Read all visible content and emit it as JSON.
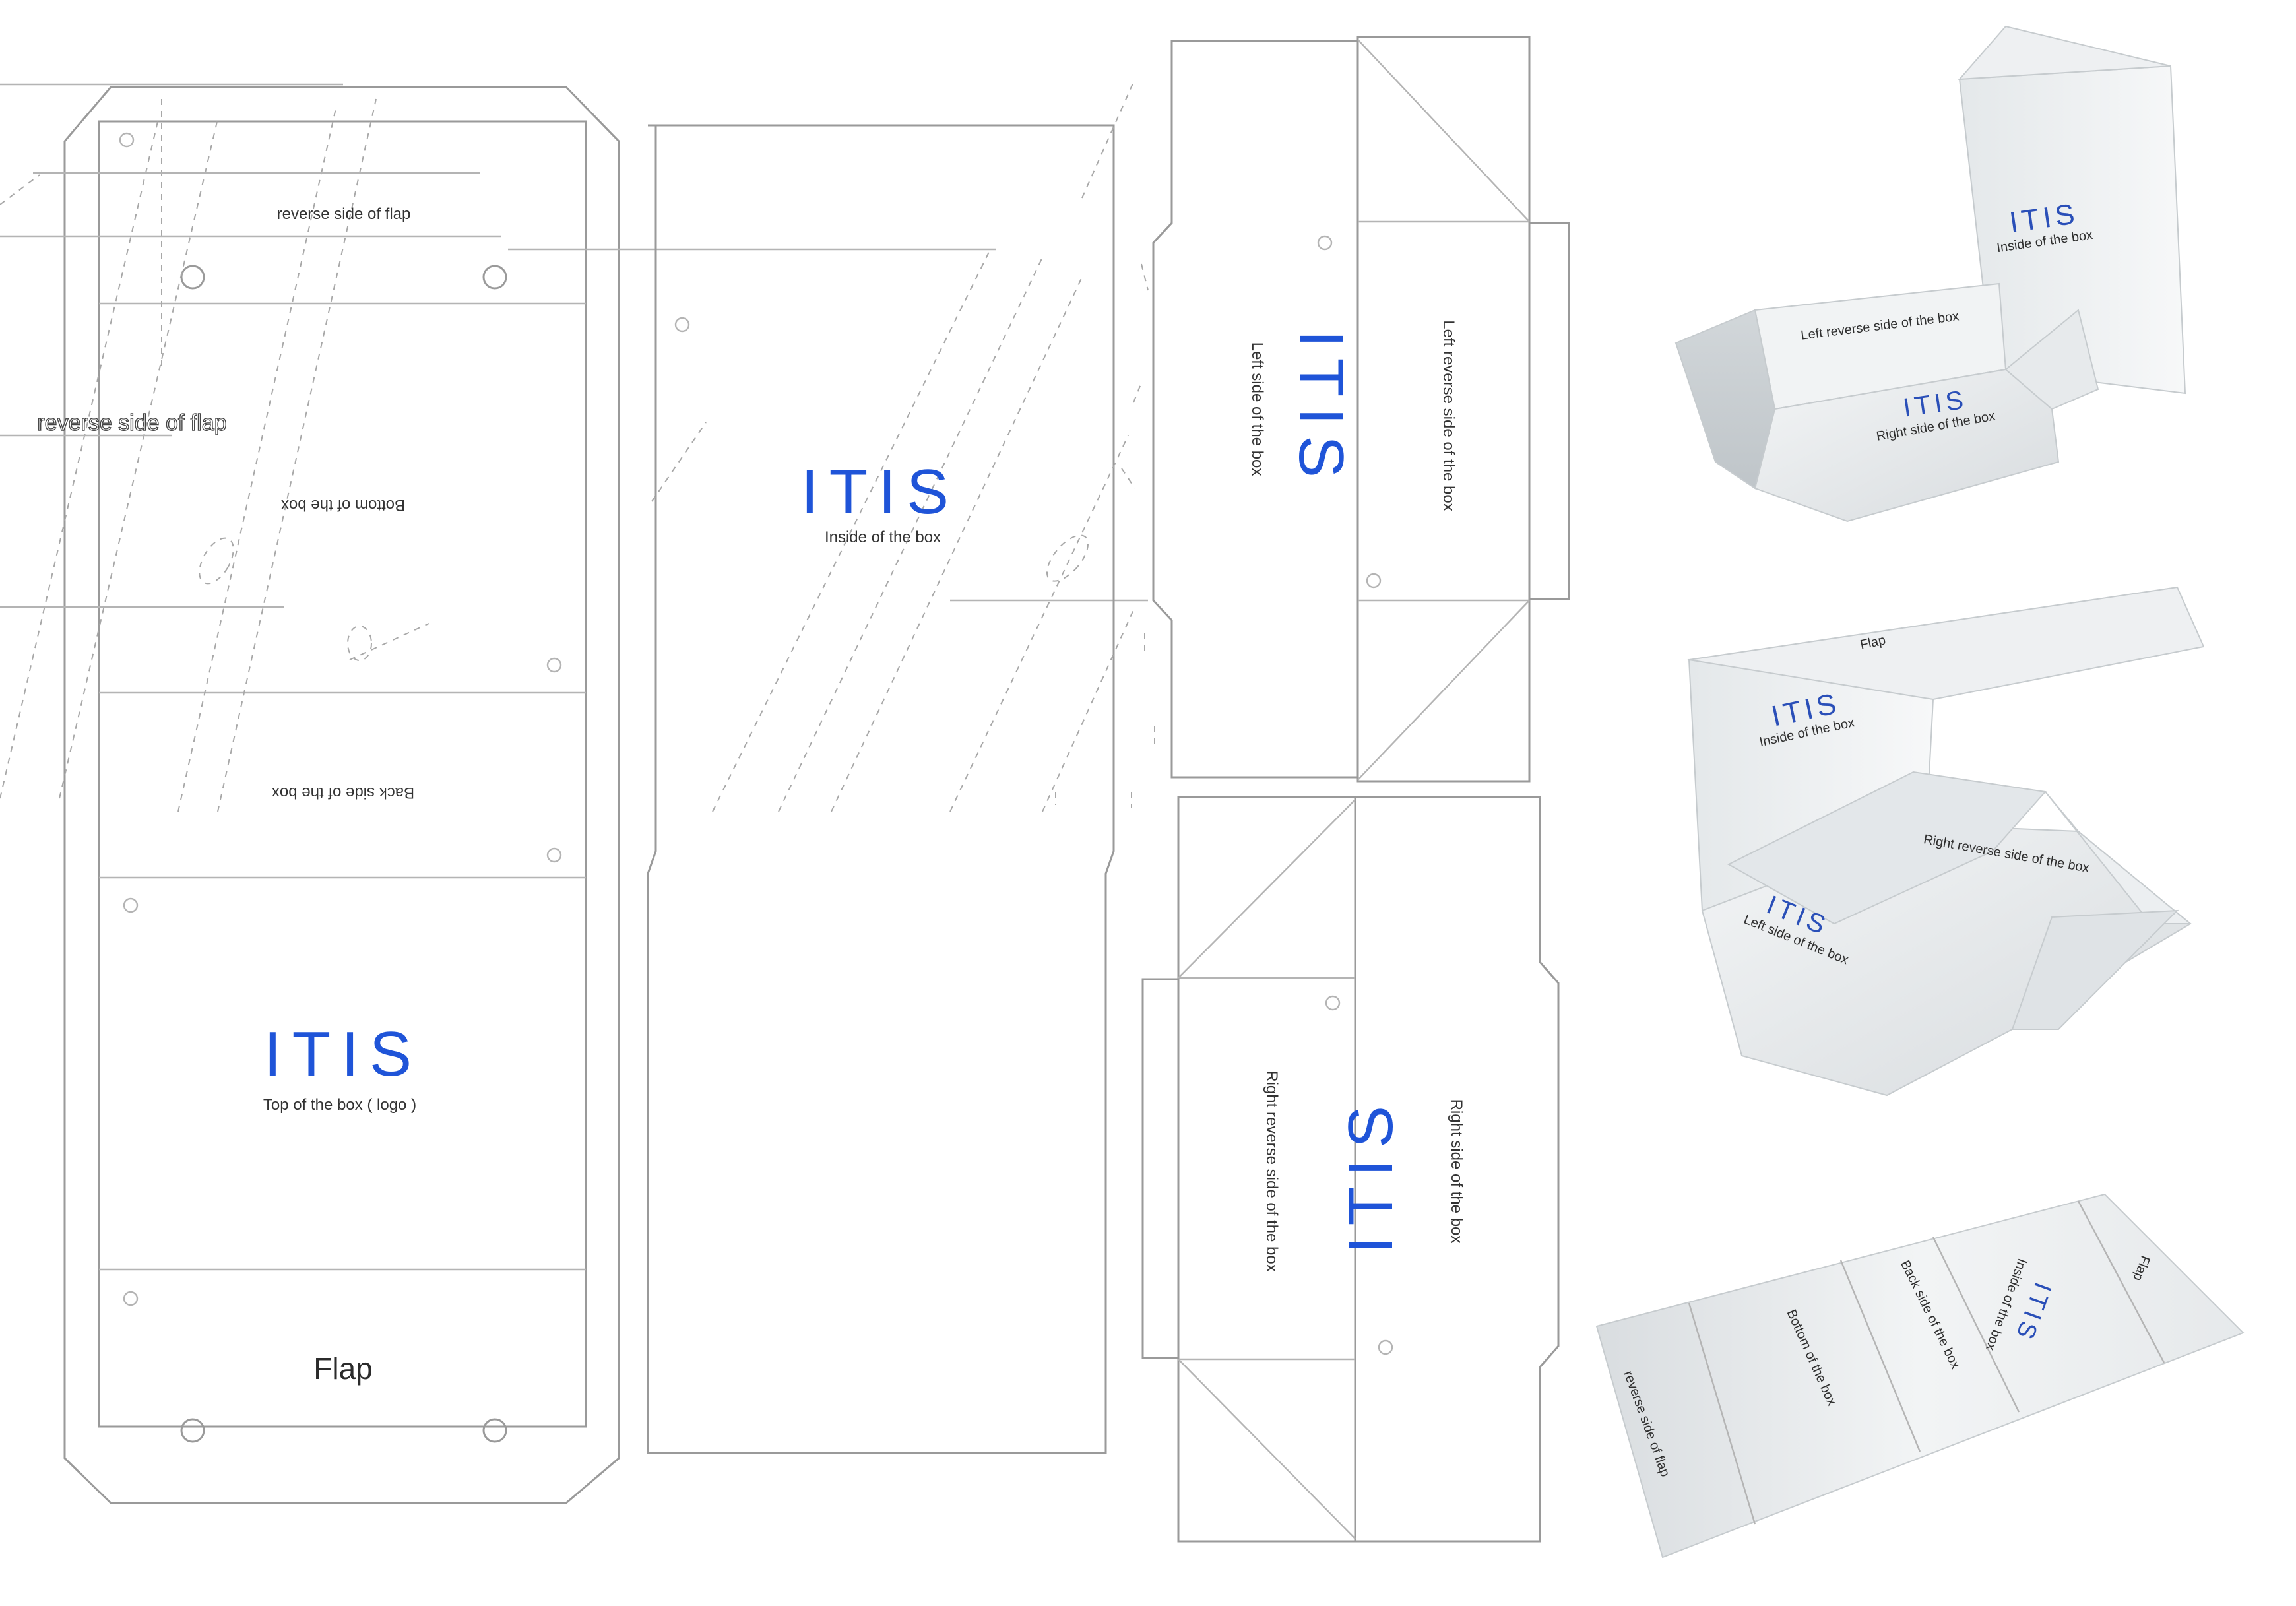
{
  "labels": {
    "reverse_side_of_flap": "reverse side of flap",
    "reverse_side_of_flap_outline": "reverse side of flap",
    "bottom_of_the_box": "Bottom of the box",
    "back_side_of_the_box": "Back side of the box",
    "top_of_the_box": "Top of the box ( logo )",
    "flap": "Flap",
    "inside_of_the_box": "Inside of the box",
    "left_side_of_the_box": "Left side of the box",
    "left_reverse_side_of_the_box": "Left reverse side of the box",
    "right_reverse_side_of_the_box": "Right reverse side of the box",
    "right_side_of_the_box": "Right side of the box"
  },
  "logo_text": "ITIS",
  "photos": {
    "photo1": {
      "logo": "ITIS",
      "inside": "Inside of the box",
      "left_reverse": "Left reverse side of the box",
      "right_side": "Right side of the box"
    },
    "photo2": {
      "flap": "Flap",
      "logo": "ITIS",
      "inside": "Inside of the box",
      "right_reverse": "Right reverse side of the box",
      "left_side": "Left side of the box"
    },
    "photo3": {
      "reverse": "reverse side of flap",
      "bottom": "Bottom of the box",
      "back": "Back side of the box",
      "logo": "ITIS",
      "inside": "Inside of the box",
      "flap": "Flap"
    }
  },
  "colors": {
    "logo": "#1f54d8",
    "cut_line": "#9a9a9a",
    "paper": "#ffffff",
    "photo_paper": "#e9ecee"
  }
}
